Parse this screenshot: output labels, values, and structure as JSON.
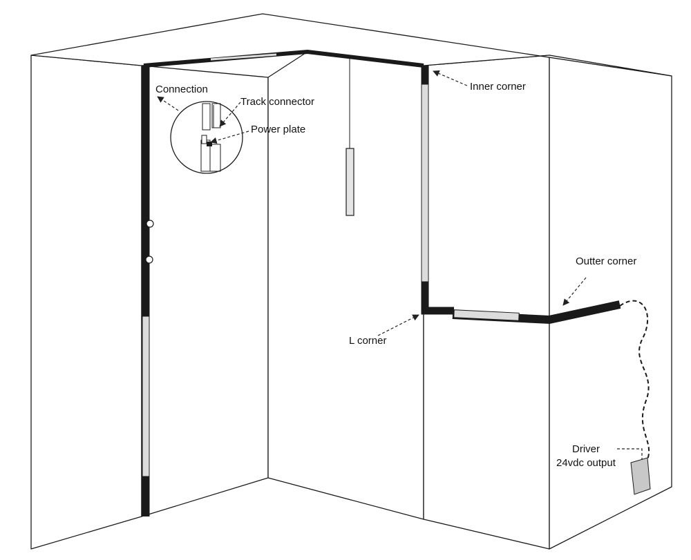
{
  "labels": {
    "connection": "Connection",
    "track_connector": "Track connector",
    "power_plate": "Power plate",
    "inner_corner": "Inner corner",
    "outter_corner": "Outter corner",
    "l_corner": "L corner",
    "driver": "Driver",
    "driver_output": "24vdc output"
  },
  "colors": {
    "track": "#1a1a1a",
    "lens": "#dcdcdc",
    "driver_box": "#c8c8c8"
  }
}
